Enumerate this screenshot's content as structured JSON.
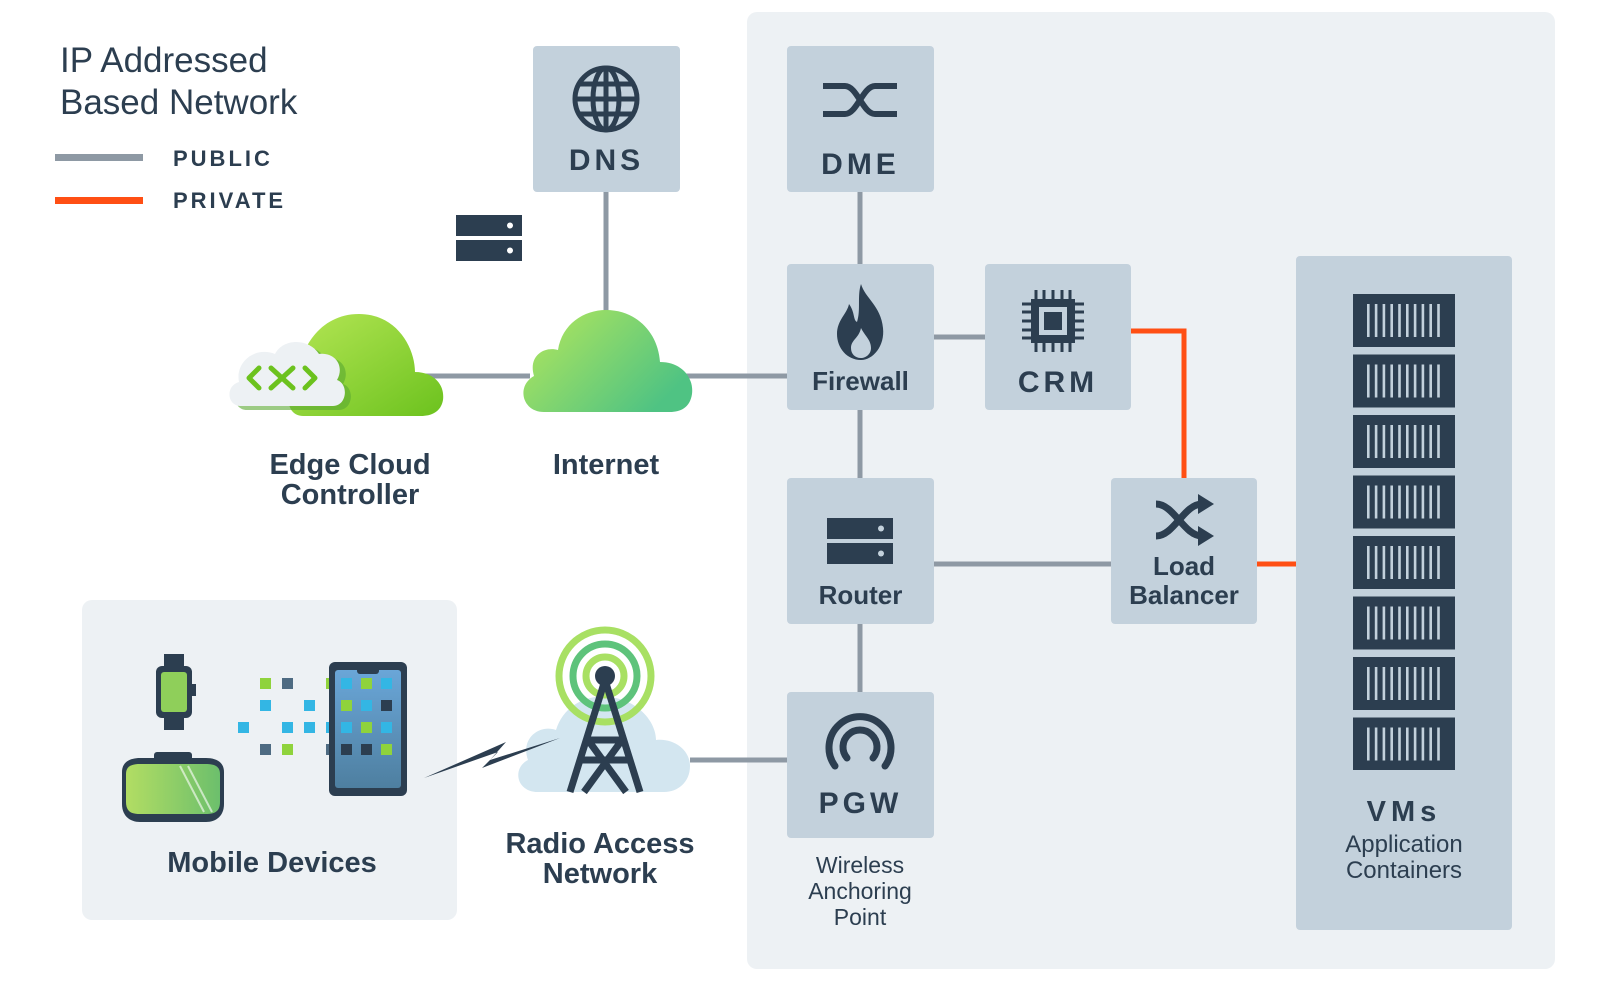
{
  "title": {
    "line1": "IP Addressed",
    "line2": "Based Network"
  },
  "legend": [
    {
      "label": "PUBLIC",
      "color": "#8e99a4"
    },
    {
      "label": "PRIVATE",
      "color": "#ff4f14"
    }
  ],
  "nodes": {
    "dns": "DNS",
    "dme": "DME",
    "firewall": "Firewall",
    "crm": "CRM",
    "router": "Router",
    "load_balancer": {
      "line1": "Load",
      "line2": "Balancer"
    },
    "pgw": "PGW"
  },
  "captions": {
    "edge_cloud": {
      "line1": "Edge Cloud",
      "line2": "Controller"
    },
    "internet": "Internet",
    "mobile_devices": "Mobile Devices",
    "ran": {
      "line1": "Radio Access",
      "line2": "Network"
    },
    "pgw_sub": {
      "line1": "Wireless",
      "line2": "Anchoring",
      "line3": "Point"
    },
    "vms_title": "VMs",
    "vms_sub": {
      "line1": "Application",
      "line2": "Containers"
    }
  },
  "colors": {
    "public_line": "#8e99a4",
    "private_line": "#ff4f14",
    "node_fill": "#c3d1dc",
    "panel_fill": "#edf1f4",
    "dark": "#2c3e50",
    "green_light": "#a8e063",
    "green_dark": "#56c27a"
  },
  "icons": [
    "globe-icon",
    "dme-arrows-icon",
    "flame-icon",
    "chip-icon",
    "server-icon",
    "shuffle-icon",
    "signal-arc-icon",
    "cloud-icon",
    "tower-icon",
    "smartwatch-icon",
    "vr-headset-icon",
    "phone-icon",
    "rack-icon"
  ]
}
